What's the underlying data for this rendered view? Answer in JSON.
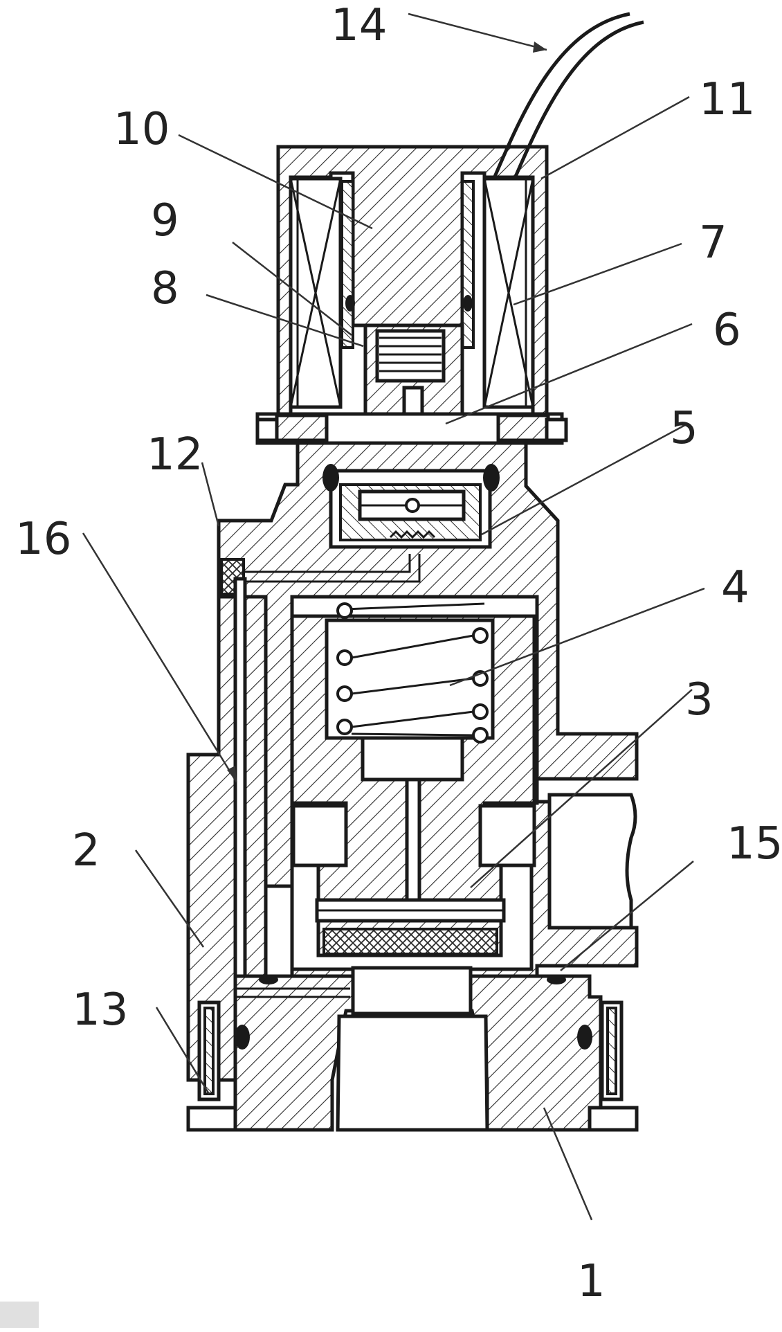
{
  "figure": {
    "part_labels": [
      "1",
      "2",
      "3",
      "4",
      "5",
      "6",
      "7",
      "8",
      "9",
      "10",
      "11",
      "12",
      "13",
      "14",
      "15",
      "16"
    ]
  },
  "colors": {
    "line": "#1a1a1a",
    "background": "#ffffff",
    "label": "#222222"
  }
}
